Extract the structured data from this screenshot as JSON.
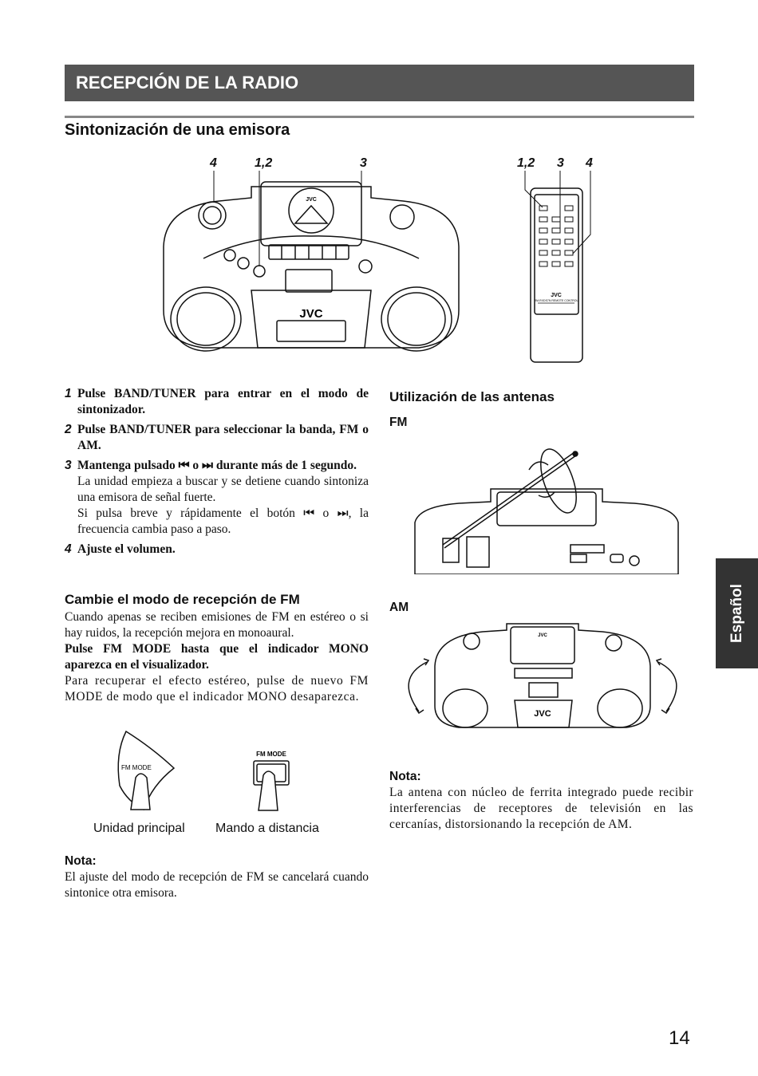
{
  "section": {
    "title": "RECEPCIÓN DE LA RADIO"
  },
  "subtitle": "Sintonización de una emisora",
  "callouts": {
    "main": [
      "4",
      "1,2",
      "3"
    ],
    "remote": [
      "1,2",
      "3",
      "4"
    ]
  },
  "illustration_text": {
    "brand": "JVC",
    "remote_caption": "RM-RXDS7N REMOTE CONTROL",
    "fm_mode_label": "FM MODE"
  },
  "steps": [
    {
      "num": "1",
      "head": "Pulse BAND/TUNER para entrar en el modo de sintonizador."
    },
    {
      "num": "2",
      "head": "Pulse BAND/TUNER para seleccionar la banda, FM o AM."
    },
    {
      "num": "3",
      "head": "Mantenga pulsado ⏮ o ⏭ durante más de 1 segundo.",
      "body1": "La unidad empieza a buscar y se detiene cuando sintoniza una emisora de señal fuerte.",
      "body2": "Si pulsa breve y rápidamente el botón ⏮ o ⏭, la frecuencia cambia paso a paso."
    },
    {
      "num": "4",
      "head": "Ajuste el volumen."
    }
  ],
  "fm_mode_section": {
    "title": "Cambie el modo de recepción de FM",
    "p1": "Cuando apenas se reciben emisiones de FM en estéreo o si hay ruidos, la recepción mejora en monoaural.",
    "p2": "Pulse FM MODE hasta que el indicador MONO aparezca en el visualizador.",
    "p3": "Para recuperar el efecto estéreo, pulse de nuevo FM MODE de modo que el indicador MONO desaparezca."
  },
  "fm_captions": {
    "main_unit": "Unidad principal",
    "remote": "Mando a distancia"
  },
  "note_left": {
    "title": "Nota:",
    "text": "El ajuste del modo de recepción de FM se cancelará cuando sintonice otra emisora."
  },
  "antenna_section": {
    "title": "Utilización de las antenas",
    "fm_label": "FM",
    "am_label": "AM"
  },
  "note_right": {
    "title": "Nota:",
    "text": "La antena con núcleo de ferrita integrado puede recibir interferencias de receptores de televisión en las cercanías, distorsionando la recepción de AM."
  },
  "side_tab": "Español",
  "page_number": "14"
}
